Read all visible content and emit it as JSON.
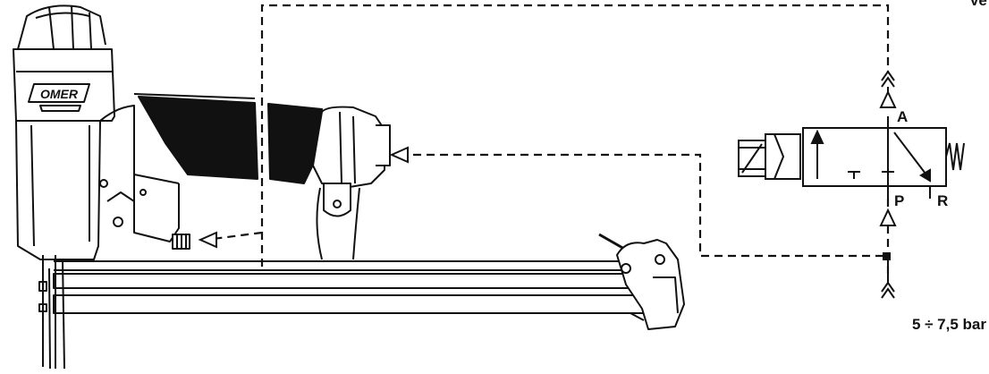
{
  "brand": {
    "logo_text": "OMER"
  },
  "valve": {
    "port_a": "A",
    "port_p": "P",
    "port_r": "R"
  },
  "supply": {
    "pressure_label": "5 ÷ 7,5 bar"
  },
  "corner_label": "Ve",
  "colors": {
    "ink": "#111111",
    "background": "#ffffff"
  }
}
